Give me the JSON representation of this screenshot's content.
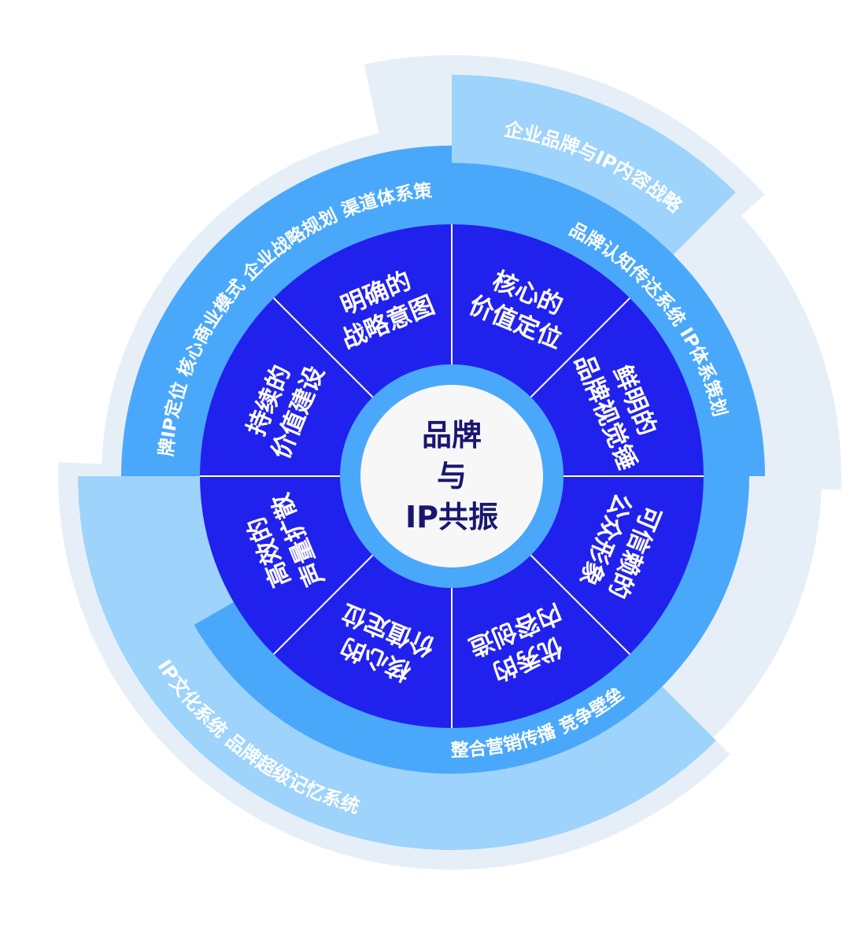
{
  "center": {
    "lines": [
      "品牌",
      "与",
      "IP共振"
    ]
  },
  "inner_segments": [
    {
      "id": "seg-value-position-top",
      "lines": [
        "核心的",
        "价值定位"
      ]
    },
    {
      "id": "seg-visual-hammer",
      "lines": [
        "鲜明的",
        "品牌视觉锤"
      ]
    },
    {
      "id": "seg-public-image",
      "lines": [
        "可信赖的",
        "公众形象"
      ]
    },
    {
      "id": "seg-content-creation",
      "lines": [
        "优秀的",
        "内容创造"
      ]
    },
    {
      "id": "seg-value-position-bottom",
      "lines": [
        "核心的",
        "价值定位"
      ]
    },
    {
      "id": "seg-voice-spread",
      "lines": [
        "高效的",
        "声量扩散"
      ]
    },
    {
      "id": "seg-value-building",
      "lines": [
        "持续的",
        "价值建设"
      ]
    },
    {
      "id": "seg-strategic-intent",
      "lines": [
        "明确的",
        "战略意图"
      ]
    }
  ],
  "middle_ring": {
    "top_left": "品牌IP定位  核心商业模式  企业战略规划  渠道体系策划",
    "top_right": "品牌认知传达系统  IP体系策划",
    "bottom": "整合营销传播  竞争壁垒"
  },
  "outer_ring": {
    "top_right": "企业品牌与IP内容战略",
    "bottom_left": "IP文化系统  品牌超级记忆系统"
  },
  "colors": {
    "inner": "#2121ee",
    "middle": "#4aa8fb",
    "outer": "#9ed3fb",
    "halo": "#e6eff8",
    "hub_ring": "#4aa8fb",
    "hub_fill": "#f7f7f8",
    "hub_text": "#1a1670",
    "label_text": "#ffffff"
  }
}
